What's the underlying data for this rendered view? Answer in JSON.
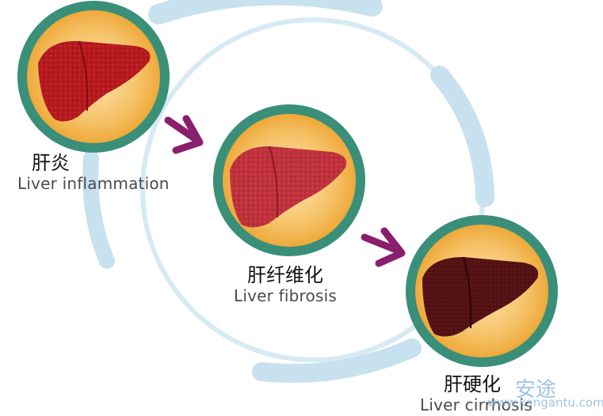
{
  "stages": [
    {
      "label_cn": "肝炎",
      "label_en": "Liver inflammation",
      "liver_color": "#b8191f"
    },
    {
      "label_cn": "肝纤维化",
      "label_en": "Liver fibrosis",
      "liver_color": "#c2323c"
    },
    {
      "label_cn": "肝硬化",
      "label_en": "Liver cirrhosis",
      "liver_color": "#5a1416"
    }
  ],
  "watermark": {
    "text": "安途",
    "url": "www.kangantu.com"
  },
  "colors": {
    "ring": "#c8e1ee",
    "disc_outer": "#3a8f79",
    "disc_inner": "#f2b64a",
    "arrow": "#8a1f6e"
  }
}
